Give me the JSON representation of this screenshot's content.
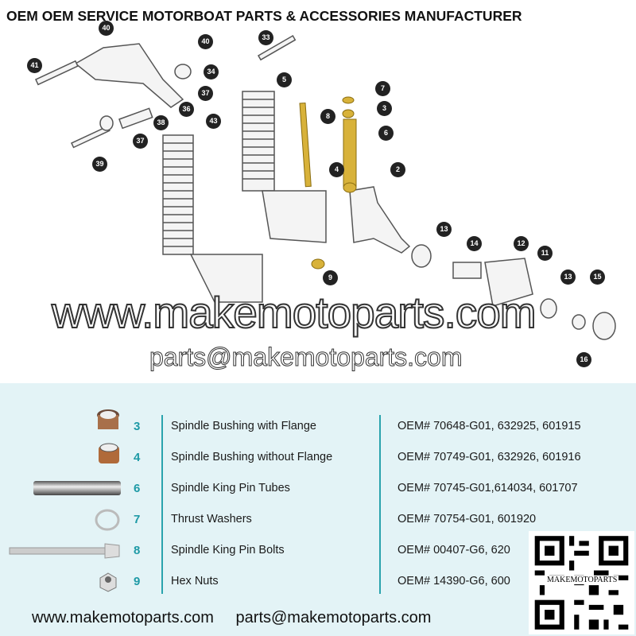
{
  "title": "OEM OEM SERVICE MOTORBOAT PARTS & ACCESSORIES MANUFACTURER",
  "watermark": {
    "site": "www.makemotoparts.com",
    "email": "parts@makemotoparts.com"
  },
  "callouts": [
    "40",
    "40",
    "33",
    "41",
    "34",
    "37",
    "36",
    "5",
    "7",
    "3",
    "8",
    "6",
    "37",
    "38",
    "43",
    "39",
    "4",
    "2",
    "13",
    "14",
    "12",
    "11",
    "9",
    "13",
    "15",
    "16"
  ],
  "parts": [
    {
      "num": "3",
      "name": "Spindle Bushing with Flange",
      "oem": "OEM# 70648-G01, 632925, 601915",
      "icon": "bushing-flange-icon"
    },
    {
      "num": "4",
      "name": "Spindle Bushing without Flange",
      "oem": "OEM# 70749-G01, 632926, 601916",
      "icon": "bushing-icon"
    },
    {
      "num": "6",
      "name": "Spindle King Pin Tubes",
      "oem": "OEM# 70745-G01,614034, 601707",
      "icon": "tube-icon"
    },
    {
      "num": "7",
      "name": "Thrust Washers",
      "oem": "OEM# 70754-G01, 601920",
      "icon": "washer-icon"
    },
    {
      "num": "8",
      "name": "Spindle King Pin Bolts",
      "oem": "OEM# 00407-G6, 620",
      "icon": "bolt-icon"
    },
    {
      "num": "9",
      "name": "Hex Nuts",
      "oem": "OEM# 14390-G6, 600",
      "icon": "hex-nut-icon"
    }
  ],
  "footer": {
    "site": "www.makemotoparts.com",
    "email": "parts@makemotoparts.com"
  },
  "qr": {
    "label": "MAKEMOTOPARTS"
  }
}
